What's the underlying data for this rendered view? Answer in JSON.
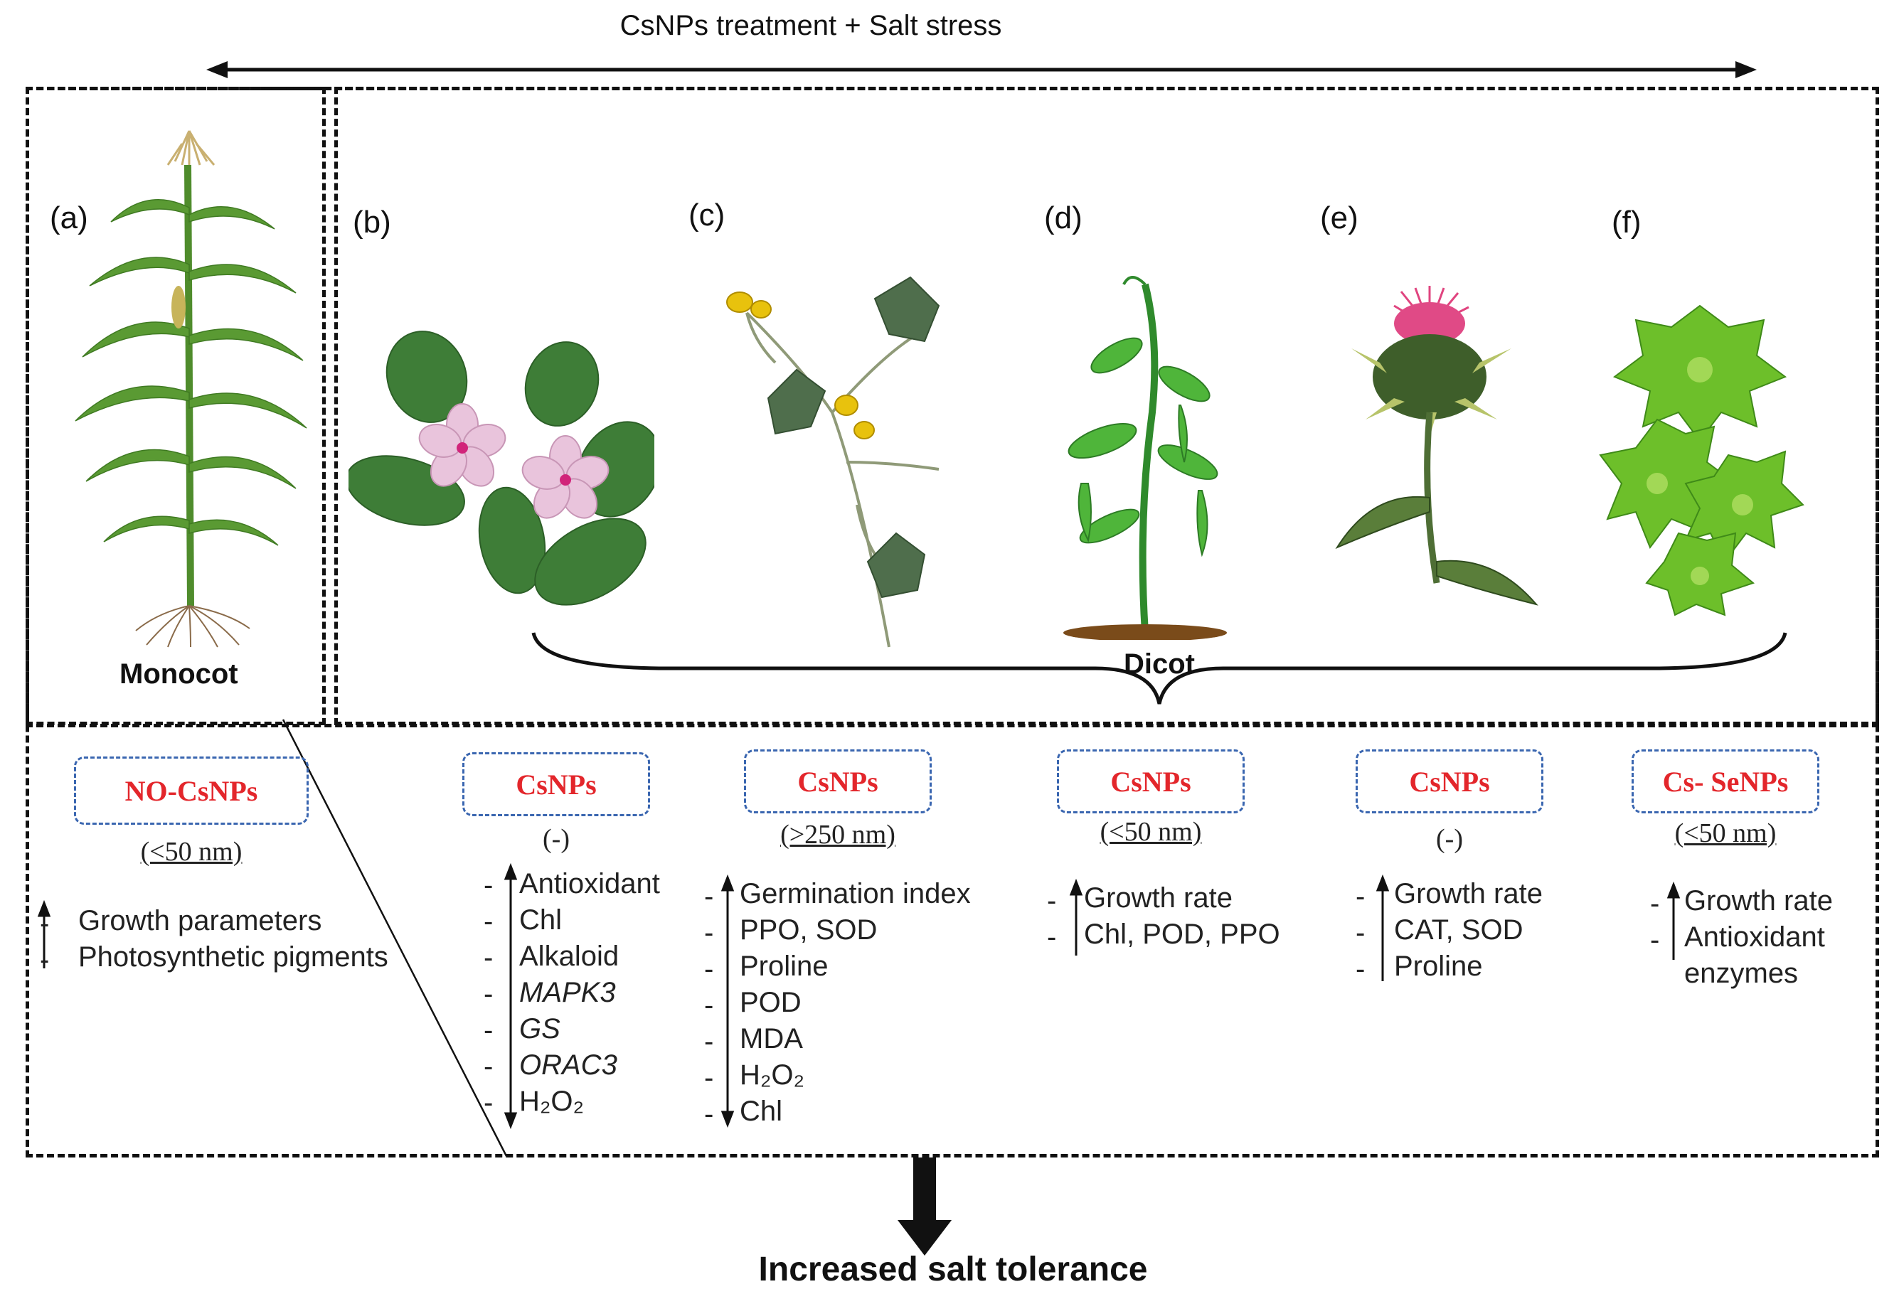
{
  "header": {
    "title": "CsNPs treatment + Salt stress"
  },
  "groups": {
    "monocot": "Monocot",
    "dicot": "Dicot"
  },
  "panels": [
    {
      "letter": "(a)",
      "plant_icon": "maize-plant-icon"
    },
    {
      "letter": "(b)",
      "plant_icon": "periwinkle-plant-icon"
    },
    {
      "letter": "(c)",
      "plant_icon": "yellow-flower-vine-icon"
    },
    {
      "letter": "(d)",
      "plant_icon": "pea-plant-icon"
    },
    {
      "letter": "(e)",
      "plant_icon": "thistle-plant-icon"
    },
    {
      "letter": "(f)",
      "plant_icon": "leafy-plant-icon"
    }
  ],
  "treatments": [
    {
      "name": "NO-CsNPs",
      "size": "(<50 nm)",
      "effects": [
        "Growth parameters",
        "Photosynthetic pigments"
      ]
    },
    {
      "name": "CsNPs",
      "size": "(-)",
      "effects_up": [
        "Antioxidant",
        "Chl",
        "Alkaloid",
        "MAPK3",
        "GS",
        "ORAC3"
      ],
      "effects_down": [
        "H₂O₂"
      ]
    },
    {
      "name": "CsNPs",
      "size": "(>250 nm)",
      "effects_up": [
        "Germination index",
        "PPO, SOD",
        "Proline"
      ],
      "effects_down": [
        "POD",
        "MDA",
        "H₂O₂",
        "Chl"
      ]
    },
    {
      "name": "CsNPs",
      "size": "(<50 nm)",
      "effects": [
        "Growth rate",
        "Chl, POD, PPO"
      ]
    },
    {
      "name": "CsNPs",
      "size": "(-)",
      "effects": [
        "Growth rate",
        "CAT, SOD",
        "Proline"
      ]
    },
    {
      "name": "Cs- SeNPs",
      "size": "(<50 nm)",
      "effects": [
        "Growth rate",
        "Antioxidant",
        "enzymes"
      ]
    }
  ],
  "footer": {
    "result": "Increased salt tolerance"
  },
  "colors": {
    "np_label": "#e3262b",
    "np_border": "#3a66b0"
  }
}
